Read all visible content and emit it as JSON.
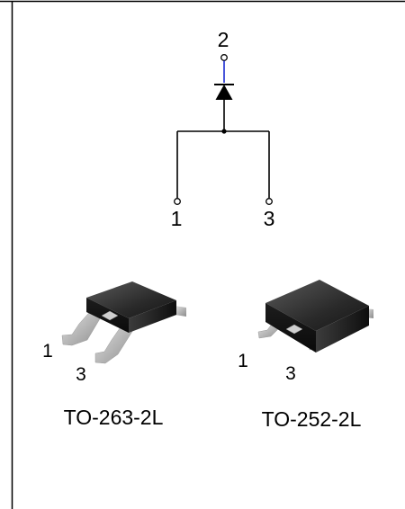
{
  "schematic": {
    "pin_top": "2",
    "pin_left": "1",
    "pin_right": "3"
  },
  "packages": [
    {
      "name": "TO-263-2L",
      "pin_a": "1",
      "pin_b": "3"
    },
    {
      "name": "TO-252-2L",
      "pin_a": "1",
      "pin_b": "3"
    }
  ],
  "colors": {
    "line": "#000000",
    "top_lead": "#1a2bd0",
    "body_dark": "#1a1a1a",
    "lead_gray": "#bdbdbd"
  }
}
